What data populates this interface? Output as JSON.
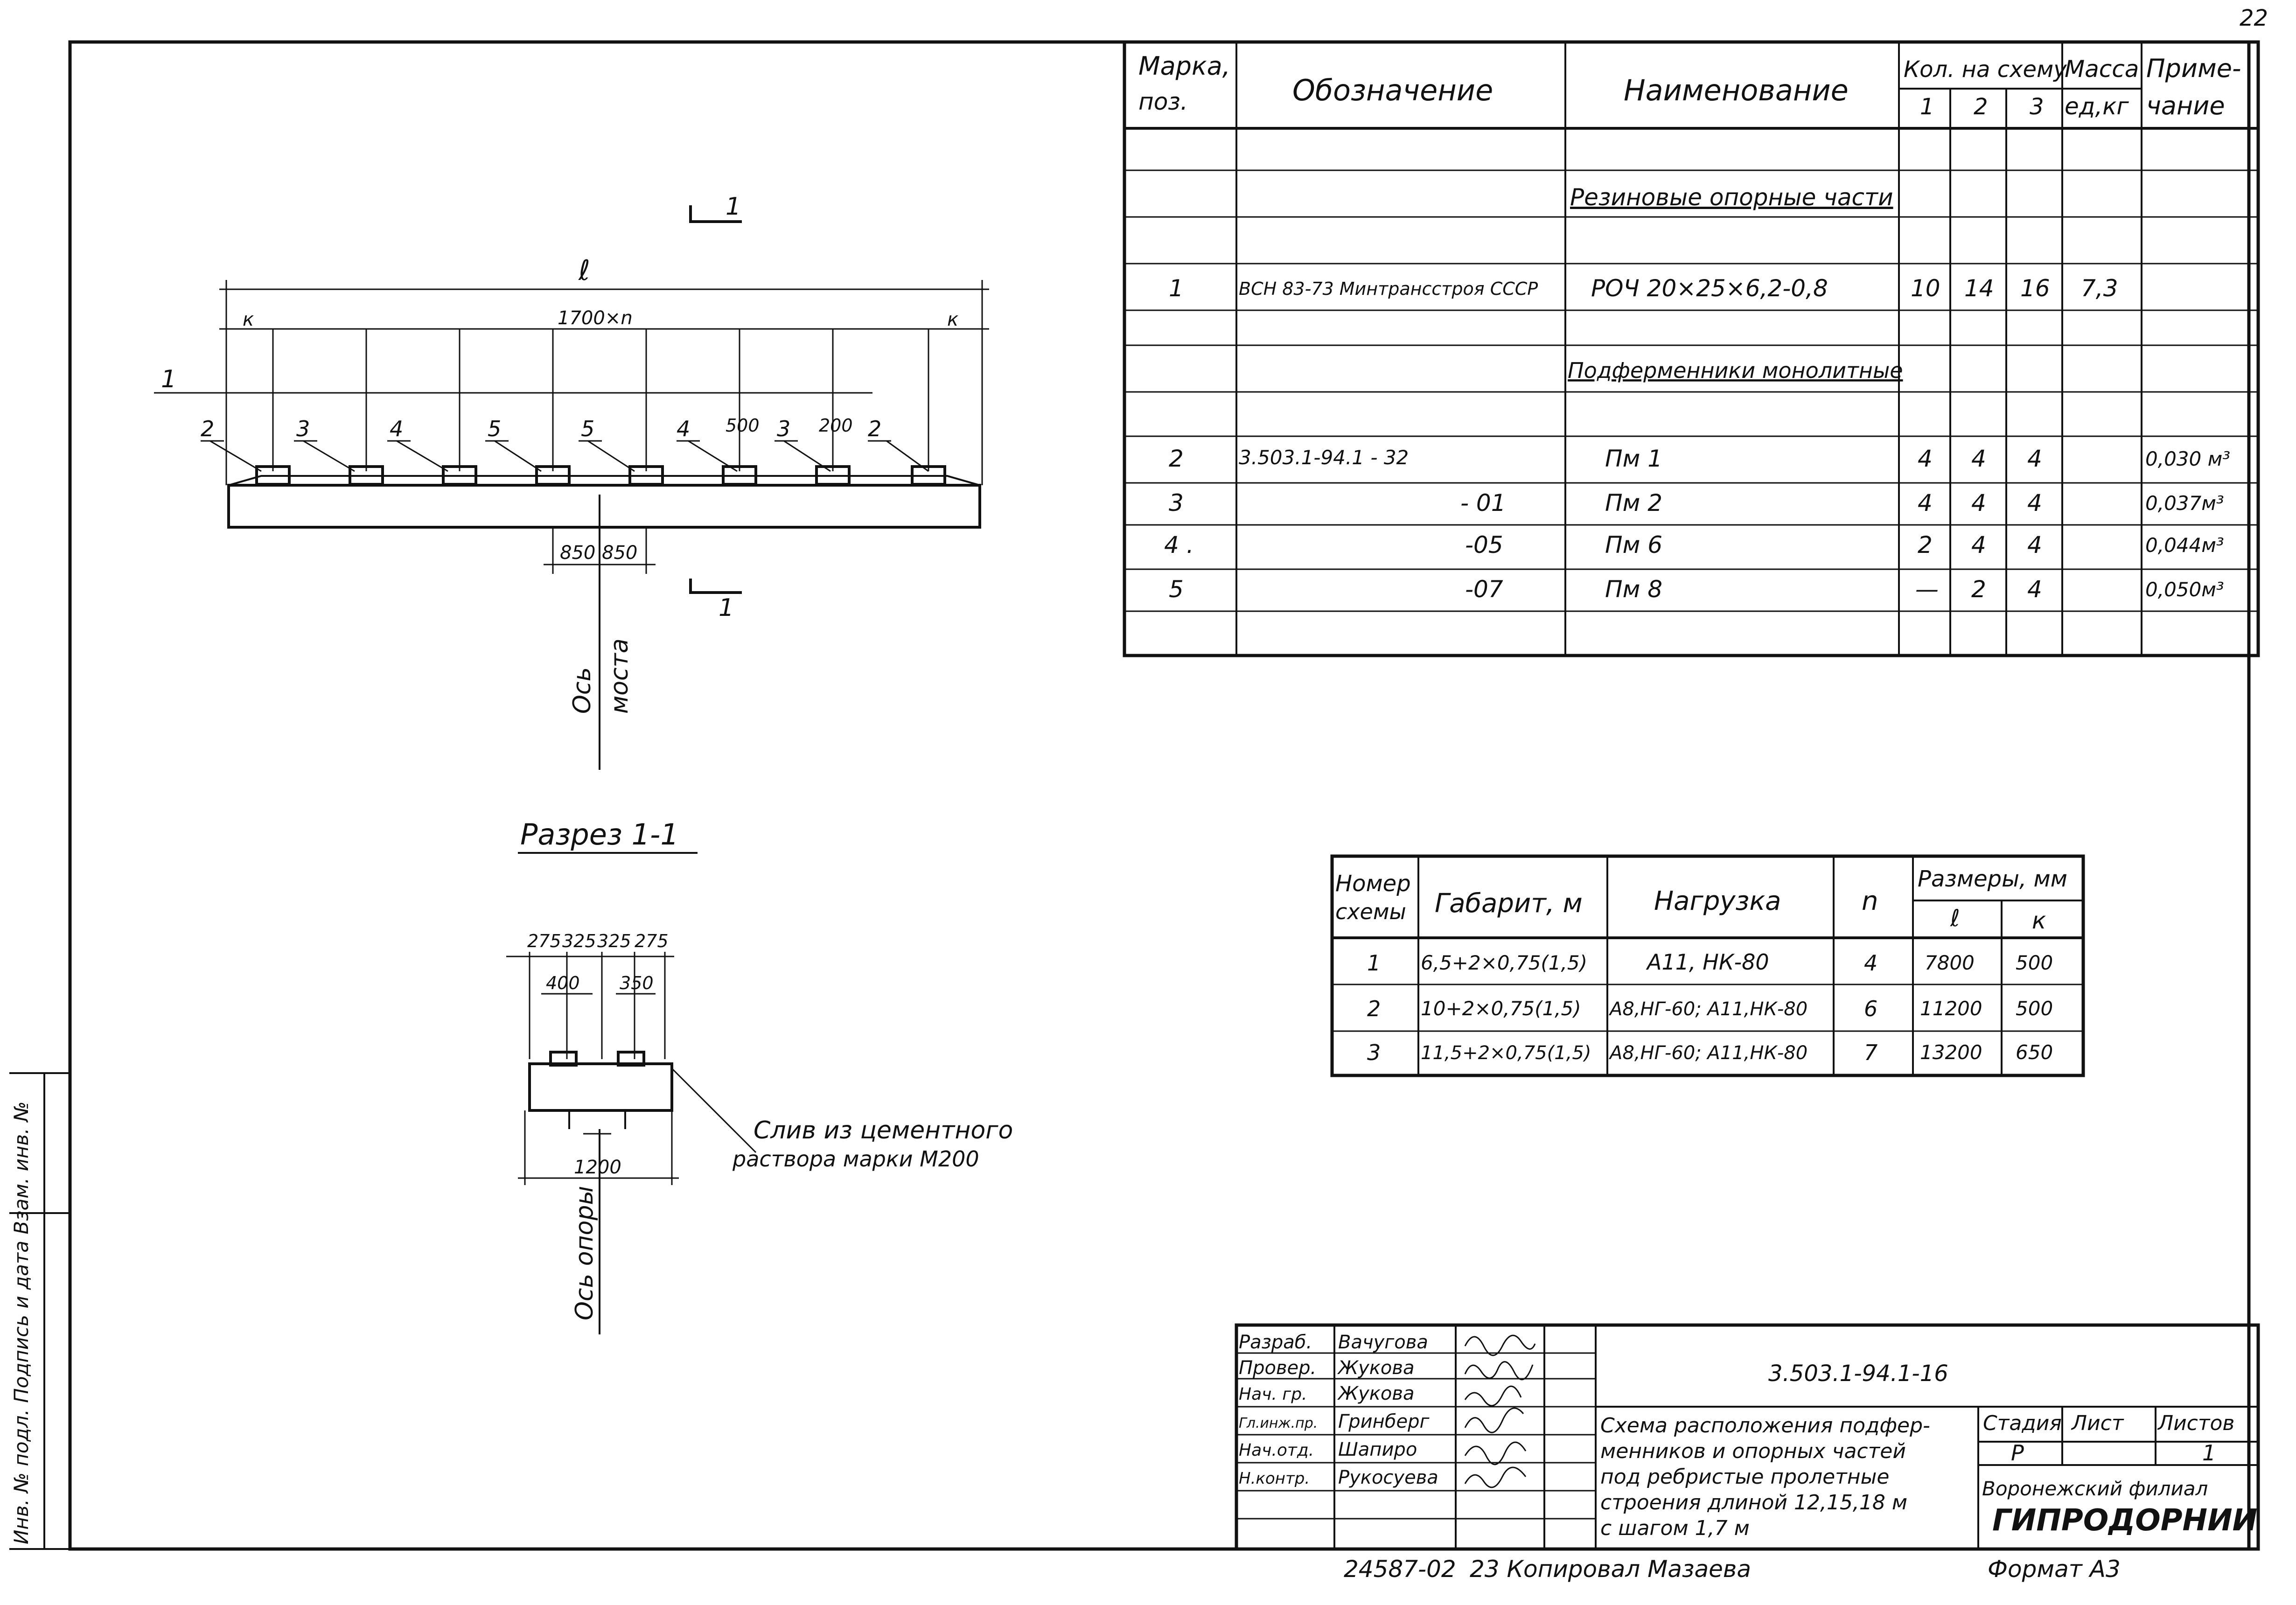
{
  "corner_mark": "22",
  "section_mark": "1",
  "elevation": {
    "dim_total": "ℓ",
    "dim_spacing": "1700×n",
    "dim_k": "к",
    "dim_center_left": "850",
    "dim_center_right": "850",
    "dim_500": "500",
    "dim_200": "200",
    "callout_1": "1",
    "labels": [
      "2",
      "3",
      "4",
      "5",
      "5",
      "4",
      "3",
      "2"
    ],
    "axis_bridge": [
      "Ось",
      "моста"
    ]
  },
  "section": {
    "title": "Разрез 1-1",
    "dims_top": [
      "275",
      "325",
      "325",
      "275"
    ],
    "dim_400": "400",
    "dim_350": "350",
    "dim_1200": "1200",
    "pour_note": [
      "Слив из цементного",
      "раствора марки М200"
    ],
    "axis_support": "Ось опоры"
  },
  "spec_table": {
    "headers": {
      "mark": [
        "Марка,",
        "поз."
      ],
      "designation": "Обозначение",
      "name": "Наименование",
      "qty": "Кол. на схему",
      "qty_cols": [
        "1",
        "2",
        "3"
      ],
      "mass": [
        "Масса",
        "ед,кг"
      ],
      "note": [
        "Приме-",
        "чание"
      ]
    },
    "group_rubber": "Резиновые опорные части",
    "group_pads": "Подферменники монолитные",
    "rows": [
      {
        "pos": "1",
        "des": "ВСН 83-73 Минтрансстроя СССР",
        "name": "РОЧ  20×25×6,2-0,8",
        "q1": "10",
        "q2": "14",
        "q3": "16",
        "mass": "7,3",
        "note": ""
      },
      {
        "pos": "2",
        "des": "3.503.1-94.1 - 32",
        "name": "Пм 1",
        "q1": "4",
        "q2": "4",
        "q3": "4",
        "mass": "",
        "note": "0,030 м³"
      },
      {
        "pos": "3",
        "des": "- 01",
        "name": "Пм 2",
        "q1": "4",
        "q2": "4",
        "q3": "4",
        "mass": "",
        "note": "0,037м³"
      },
      {
        "pos": "4 .",
        "des": "-05",
        "name": "Пм 6",
        "q1": "2",
        "q2": "4",
        "q3": "4",
        "mass": "",
        "note": "0,044м³"
      },
      {
        "pos": "5",
        "des": "-07",
        "name": "Пм 8",
        "q1": "—",
        "q2": "2",
        "q3": "4",
        "mass": "",
        "note": "0,050м³"
      }
    ]
  },
  "scheme_table": {
    "headers": {
      "num": [
        "Номер",
        "схемы"
      ],
      "gabarit": "Габарит, м",
      "load": "Нагрузка",
      "n": "n",
      "sizes": "Размеры, мм",
      "l": "ℓ",
      "k": "к"
    },
    "rows": [
      {
        "num": "1",
        "gabarit": "6,5+2×0,75(1,5)",
        "load": "А11, НК-80",
        "n": "4",
        "l": "7800",
        "k": "500"
      },
      {
        "num": "2",
        "gabarit": "10+2×0,75(1,5)",
        "load": "А8,НГ-60; А11,НК-80",
        "n": "6",
        "l": "11200",
        "k": "500"
      },
      {
        "num": "3",
        "gabarit": "11,5+2×0,75(1,5)",
        "load": "А8,НГ-60; А11,НК-80",
        "n": "7",
        "l": "13200",
        "k": "650"
      }
    ]
  },
  "title_block": {
    "people": [
      {
        "role": "Разраб.",
        "name": "Вачугова"
      },
      {
        "role": "Провер.",
        "name": "Жукова"
      },
      {
        "role": "Нач. гр.",
        "name": "Жукова"
      },
      {
        "role": "Гл.инж.пр.",
        "name": "Гринберг"
      },
      {
        "role": "Нач.отд.",
        "name": "Шапиро"
      },
      {
        "role": "Н.контр.",
        "name": "Рукосуева"
      }
    ],
    "code": "3.503.1-94.1-16",
    "description": [
      "Схема расположения подфер-",
      "менников и опорных частей",
      "под ребристые пролетные",
      "строения длиной 12,15,18 м",
      "с шагом 1,7 м"
    ],
    "stage_label": "Стадия",
    "sheet_label": "Лист",
    "sheets_label": "Листов",
    "stage": "Р",
    "sheets": "1",
    "org_line": "Воронежский филиал",
    "org_name": "ГИПРОДОРНИИ"
  },
  "bottom_left": "24587-02",
  "bottom_center": "23  Копировал  Мазаева",
  "format": "Формат А3",
  "margin_stamp": "Инв. № подл.  Подпись и дата  Взам. инв. №"
}
